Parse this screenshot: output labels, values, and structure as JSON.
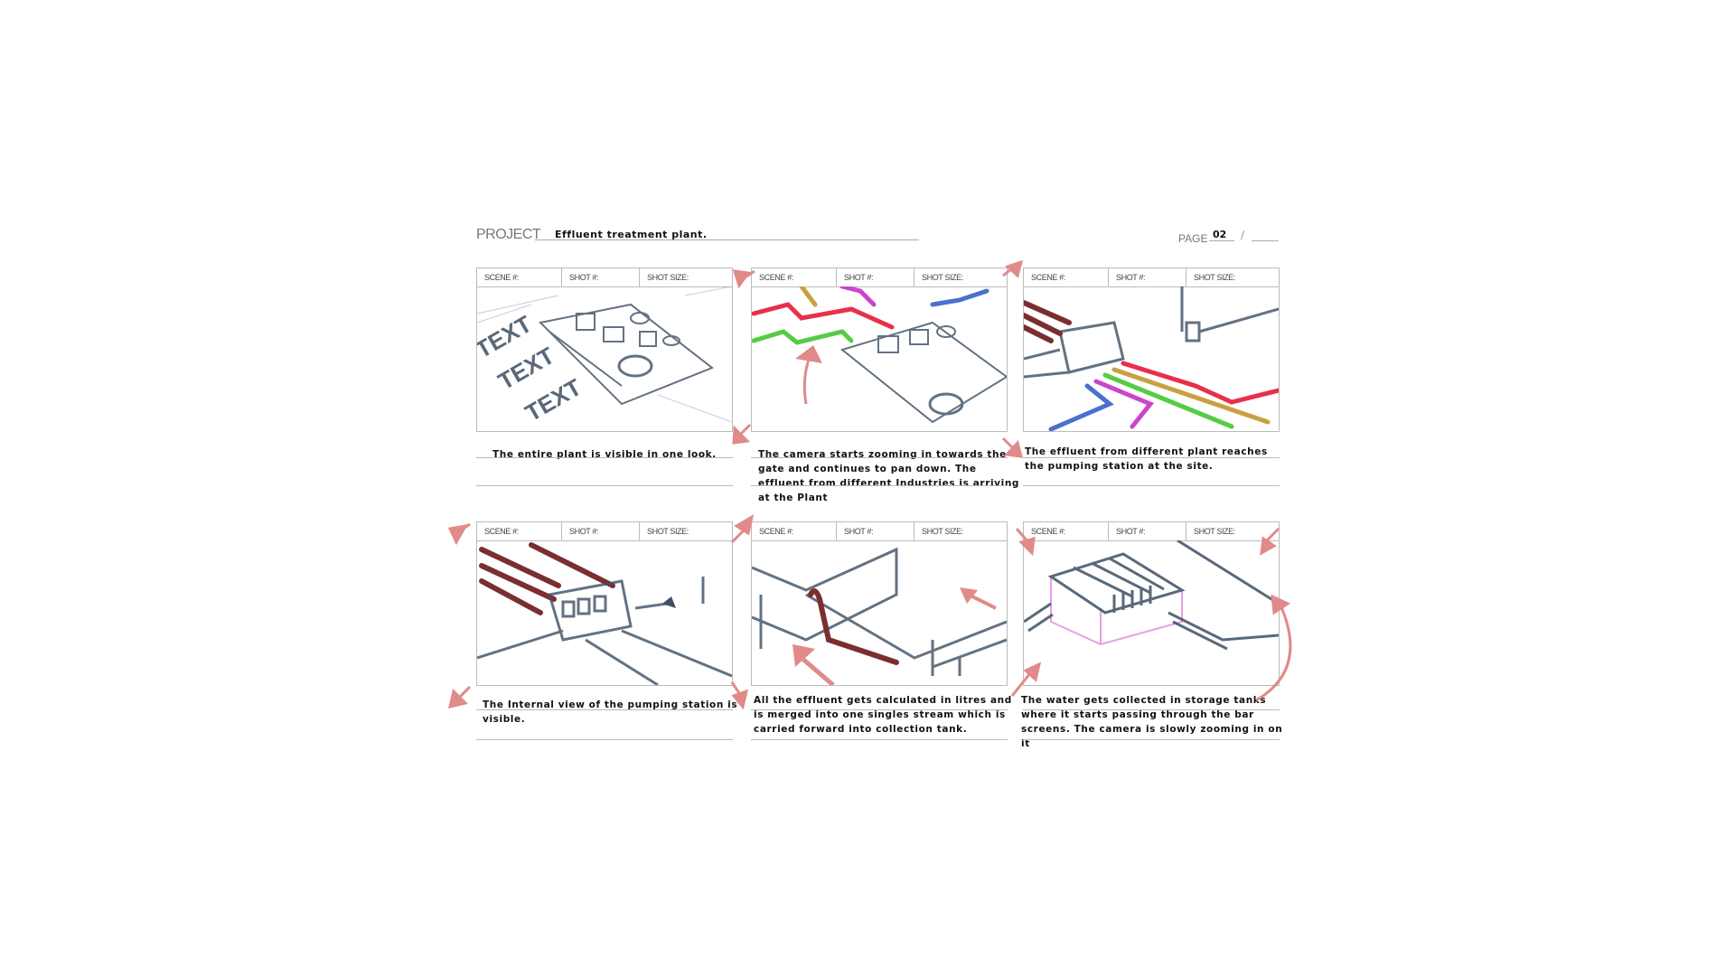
{
  "header": {
    "project_label": "PROJECT",
    "project_title": "Effluent treatment plant.",
    "page_label": "PAGE",
    "page_number": "02",
    "page_separator": "/"
  },
  "panel_header": {
    "scene": "SCENE #:",
    "shot": "SHOT #:",
    "shot_size": "SHOT SIZE:"
  },
  "panels": [
    {
      "caption": "The entire plant is visible in one look.",
      "sketch_text": [
        "TEXT",
        "TEXT",
        "TEXT"
      ]
    },
    {
      "caption": "The camera starts zooming in towards the gate and continues to pan down. The effluent from different Industries is arriving at the Plant"
    },
    {
      "caption": "The effluent from different plant reaches the pumping station at the site."
    },
    {
      "caption": "The Internal view of the pumping station is visible."
    },
    {
      "caption": "All the effluent gets calculated in litres and is merged into one singles stream which is carried forward into collection tank."
    },
    {
      "caption": "The water gets collected in storage tanks where it starts passing through the bar screens. The camera is slowly zooming in on it"
    }
  ],
  "colors": {
    "sketch": "#3d4f63",
    "arrow": "#e08a8a",
    "red": "#e8304a",
    "green": "#55cc44",
    "blue": "#4a70d0",
    "magenta": "#cc44cc",
    "yellow": "#c9a040",
    "maroon": "#7a2e30"
  }
}
